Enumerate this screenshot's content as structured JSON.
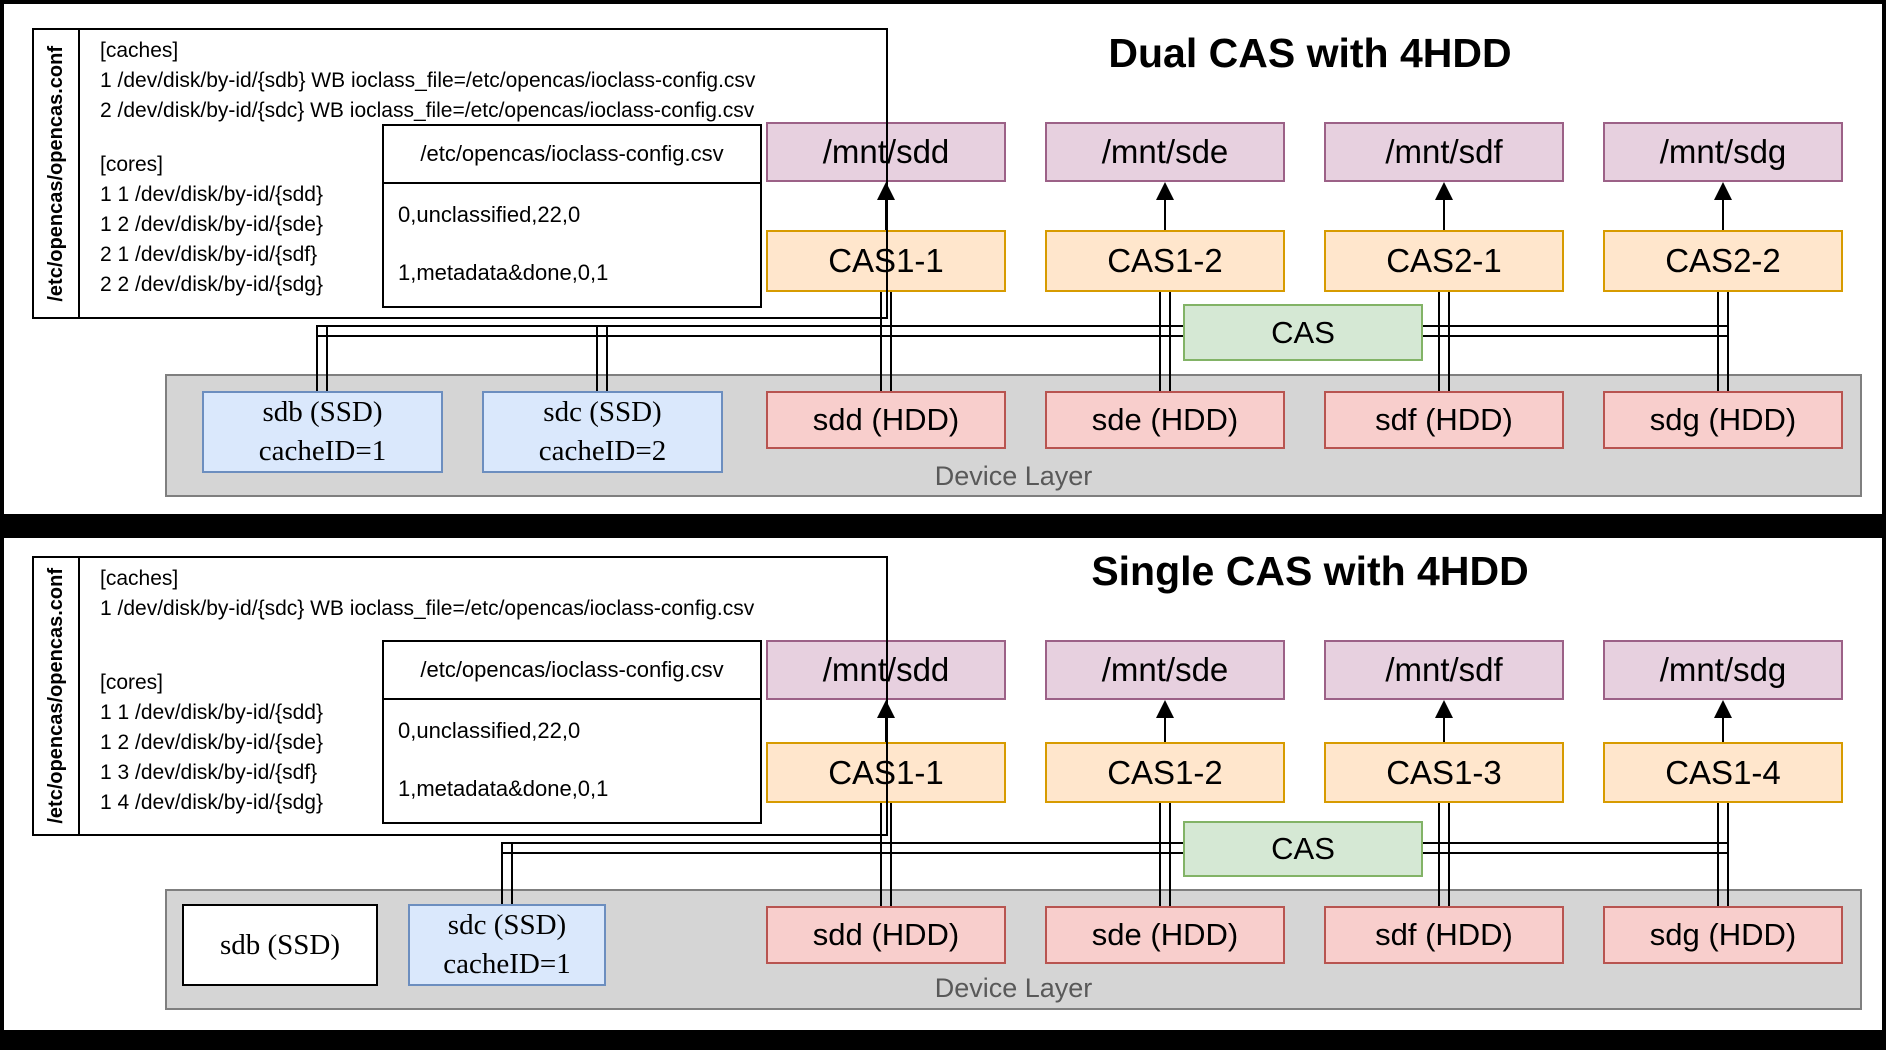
{
  "colors": {
    "line": "#000000",
    "mnt_fill": "#E7D0DF",
    "mnt_stroke": "#9C6187",
    "cas_fill": "#FFE6CC",
    "cas_stroke": "#D79B00",
    "engine_fill": "#D5E8D4",
    "engine_stroke": "#82B366",
    "hdd_fill": "#F8CECC",
    "hdd_stroke": "#B85450",
    "ssd_fill": "#DAE8FC",
    "ssd_stroke": "#6C8EBF",
    "layer_fill": "#D5D5D5",
    "layer_stroke": "#7F7F7F",
    "device_label": "#595959"
  },
  "panels": [
    {
      "title": "Dual CAS with 4HDD",
      "conf_label": "/etc/opencas/opencas.conf",
      "caches_header": "[caches]",
      "cache_lines": [
        "1 /dev/disk/by-id/{sdb} WB ioclass_file=/etc/opencas/ioclass-config.csv",
        "2 /dev/disk/by-id/{sdc} WB ioclass_file=/etc/opencas/ioclass-config.csv"
      ],
      "cores_header": "[cores]",
      "core_lines": [
        "1 1 /dev/disk/by-id/{sdd}",
        "1 2 /dev/disk/by-id/{sde}",
        "2 1 /dev/disk/by-id/{sdf}",
        "2 2 /dev/disk/by-id/{sdg}"
      ],
      "ioclass_header": "/etc/opencas/ioclass-config.csv",
      "ioclass_rows": [
        "0,unclassified,22,0",
        "1,metadata&done,0,1"
      ],
      "mounts": [
        "/mnt/sdd",
        "/mnt/sde",
        "/mnt/sdf",
        "/mnt/sdg"
      ],
      "cas_units": [
        "CAS1-1",
        "CAS1-2",
        "CAS2-1",
        "CAS2-2"
      ],
      "engine_label": "CAS",
      "layer_label": "Device Layer",
      "ssd1": {
        "line1": "sdb (SSD)",
        "line2": "cacheID=1"
      },
      "ssd2": {
        "line1": "sdc (SSD)",
        "line2": "cacheID=2"
      },
      "hdds": [
        "sdd (HDD)",
        "sde (HDD)",
        "sdf (HDD)",
        "sdg (HDD)"
      ]
    },
    {
      "title": "Single CAS with 4HDD",
      "conf_label": "/etc/opencas/opencas.conf",
      "caches_header": "[caches]",
      "cache_lines": [
        "1 /dev/disk/by-id/{sdc} WB ioclass_file=/etc/opencas/ioclass-config.csv"
      ],
      "cores_header": "[cores]",
      "core_lines": [
        "1 1 /dev/disk/by-id/{sdd}",
        "1 2 /dev/disk/by-id/{sde}",
        "1 3 /dev/disk/by-id/{sdf}",
        "1 4 /dev/disk/by-id/{sdg}"
      ],
      "ioclass_header": "/etc/opencas/ioclass-config.csv",
      "ioclass_rows": [
        "0,unclassified,22,0",
        "1,metadata&done,0,1"
      ],
      "mounts": [
        "/mnt/sdd",
        "/mnt/sde",
        "/mnt/sdf",
        "/mnt/sdg"
      ],
      "cas_units": [
        "CAS1-1",
        "CAS1-2",
        "CAS1-3",
        "CAS1-4"
      ],
      "engine_label": "CAS",
      "layer_label": "Device Layer",
      "ssd1": {
        "line1": "sdb (SSD)"
      },
      "ssd2": {
        "line1": "sdc (SSD)",
        "line2": "cacheID=1"
      },
      "hdds": [
        "sdd (HDD)",
        "sde (HDD)",
        "sdf (HDD)",
        "sdg (HDD)"
      ]
    }
  ]
}
